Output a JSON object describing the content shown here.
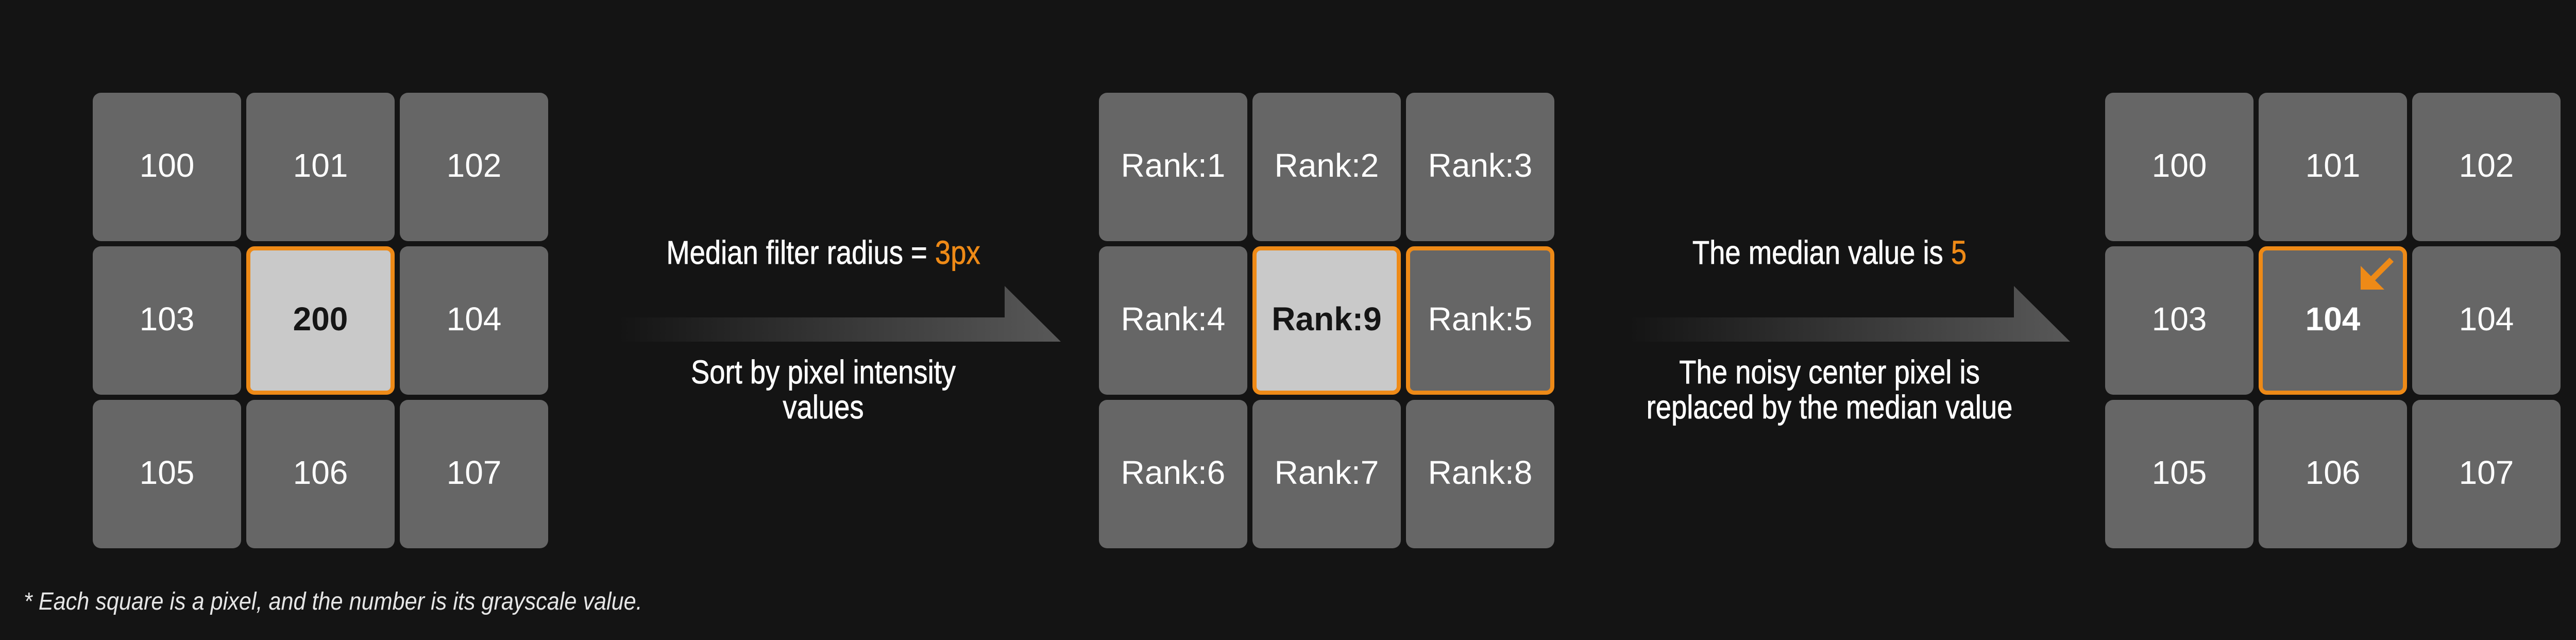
{
  "colors": {
    "background": "#141414",
    "cell": "#666666",
    "noisy_cell": "#c9c9c9",
    "accent": "#ee8a17",
    "text": "#ffffff"
  },
  "grids": {
    "input": {
      "cells": [
        {
          "value": "100"
        },
        {
          "value": "101"
        },
        {
          "value": "102"
        },
        {
          "value": "103"
        },
        {
          "value": "200",
          "noisy": true,
          "outlined": true
        },
        {
          "value": "104"
        },
        {
          "value": "105"
        },
        {
          "value": "106"
        },
        {
          "value": "107"
        }
      ]
    },
    "rank": {
      "cells": [
        {
          "value": "Rank:1"
        },
        {
          "value": "Rank:2"
        },
        {
          "value": "Rank:3"
        },
        {
          "value": "Rank:4"
        },
        {
          "value": "Rank:9",
          "noisy": true,
          "outlined": true
        },
        {
          "value": "Rank:5",
          "outlined": true
        },
        {
          "value": "Rank:6"
        },
        {
          "value": "Rank:7"
        },
        {
          "value": "Rank:8"
        }
      ]
    },
    "output": {
      "cells": [
        {
          "value": "100"
        },
        {
          "value": "101"
        },
        {
          "value": "102"
        },
        {
          "value": "103"
        },
        {
          "value": "104",
          "outlined": true,
          "bold": true,
          "icon": "arrow-down-left-icon"
        },
        {
          "value": "104"
        },
        {
          "value": "105"
        },
        {
          "value": "106"
        },
        {
          "value": "107"
        }
      ]
    }
  },
  "step1": {
    "top_text": "Median filter radius = ",
    "top_accent": "3px",
    "bottom_text": "Sort by pixel intensity\nvalues"
  },
  "step2": {
    "top_text": "The median value is ",
    "top_accent": "5",
    "bottom_text": "The noisy center pixel is\nreplaced by the median value"
  },
  "footnote": "* Each square is a pixel, and the number is its grayscale value."
}
